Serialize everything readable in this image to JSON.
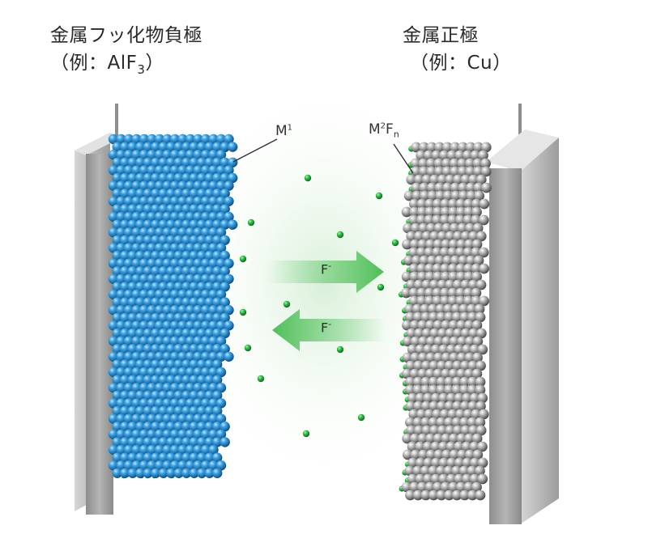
{
  "labels": {
    "anode_title": "金属フッ化物負極",
    "anode_example_prefix": "（例：AlF",
    "anode_example_sub": "3",
    "anode_example_suffix": "）",
    "cathode_title": "金属正極",
    "cathode_example": "（例：Cu）",
    "callout_left_main": "M",
    "callout_left_sup": "1",
    "callout_right_main": "M",
    "callout_right_sup": "2",
    "callout_right_f": "F",
    "callout_right_sub": "n",
    "ion_symbol": "F",
    "ion_charge": "-"
  },
  "colors": {
    "anode_atom": "#2a8fd0",
    "fluoride_ion": "#36b34a",
    "cathode_atom": "#a9a9a9",
    "current_collector": "#9a9a9a",
    "arrow": "#4fbf58"
  }
}
